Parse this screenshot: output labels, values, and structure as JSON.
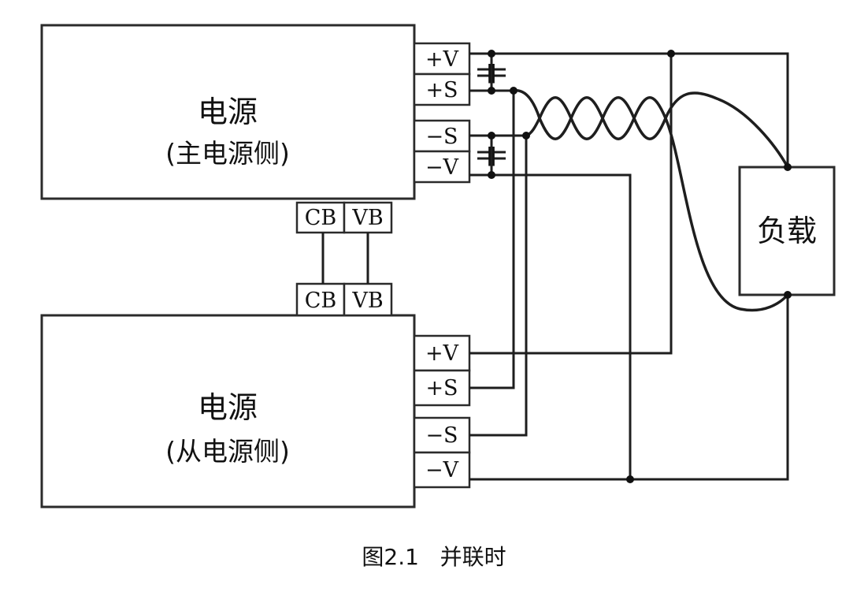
{
  "master_supply": {
    "title": "电源",
    "subtitle": "(主电源侧)",
    "terminals": [
      "+V",
      "+S",
      "−S",
      "−V"
    ]
  },
  "slave_supply": {
    "title": "电源",
    "subtitle": "(从电源侧)",
    "terminals": [
      "+V",
      "+S",
      "−S",
      "−V"
    ]
  },
  "share_connector": {
    "master": [
      "CB",
      "VB"
    ],
    "slave": [
      "CB",
      "VB"
    ]
  },
  "load": {
    "label": "负载"
  },
  "caption": "图2.1   并联时"
}
